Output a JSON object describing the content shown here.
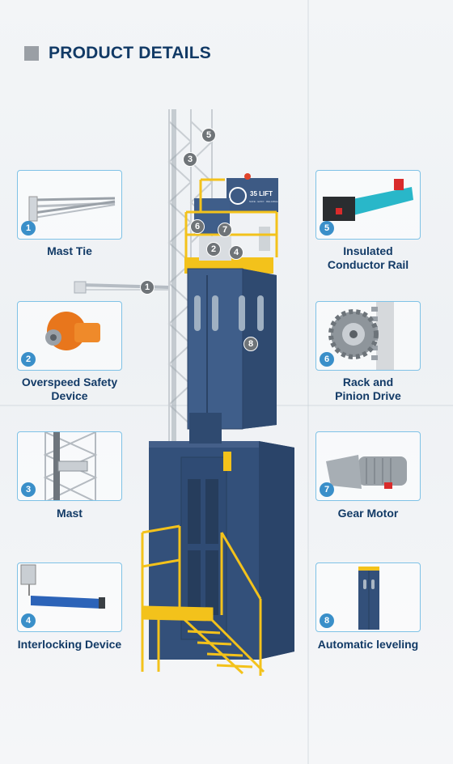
{
  "header": {
    "title": "PRODUCT DETAILS"
  },
  "machine": {
    "brand": "35 LIFT",
    "tagline": "SAFE · EASY · RELIABLE"
  },
  "features": [
    {
      "number": "1",
      "line1": "Mast Tie",
      "line2": "",
      "icon": "mast-tie"
    },
    {
      "number": "2",
      "line1": "Overspeed Safety",
      "line2": "Device",
      "icon": "overspeed-safety-device"
    },
    {
      "number": "3",
      "line1": "Mast",
      "line2": "",
      "icon": "mast"
    },
    {
      "number": "4",
      "line1": "Interlocking Device",
      "line2": "",
      "icon": "interlocking-device"
    },
    {
      "number": "5",
      "line1": "Insulated",
      "line2": "Conductor Rail",
      "icon": "conductor-rail"
    },
    {
      "number": "6",
      "line1": "Rack and",
      "line2": "Pinion Drive",
      "icon": "rack-pinion"
    },
    {
      "number": "7",
      "line1": "Gear Motor",
      "line2": "",
      "icon": "gear-motor"
    },
    {
      "number": "8",
      "line1": "Automatic leveling",
      "line2": "",
      "icon": "automatic-leveling"
    }
  ],
  "colors": {
    "title": "#123a66",
    "badge": "#3a8fc9",
    "card_border": "#7fc2e6",
    "cabin": "#3d5a84",
    "railing": "#f3c21b"
  }
}
